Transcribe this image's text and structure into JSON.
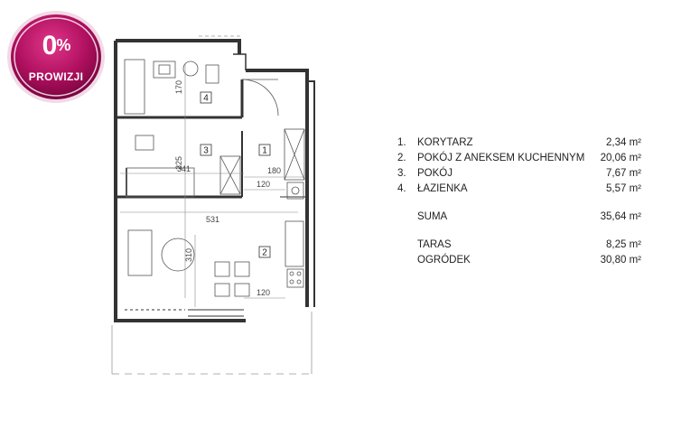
{
  "badge": {
    "percent": "0",
    "percent_sign": "%",
    "label": "PROWIZJI",
    "color": "#b0105f"
  },
  "rooms": [
    {
      "number": "1.",
      "name": "KORYTARZ",
      "area": "2,34",
      "unit": "m²"
    },
    {
      "number": "2.",
      "name": "POKÓJ Z ANEKSEM KUCHENNYM",
      "area": "20,06",
      "unit": "m²"
    },
    {
      "number": "3.",
      "name": "POKÓJ",
      "area": "7,67",
      "unit": "m²"
    },
    {
      "number": "4.",
      "name": "ŁAZIENKA",
      "area": "5,57",
      "unit": "m²"
    }
  ],
  "summary": {
    "label": "SUMA",
    "area": "35,64",
    "unit": "m²"
  },
  "extras": [
    {
      "name": "TARAS",
      "area": "8,25",
      "unit": "m²"
    },
    {
      "name": "OGRÓDEK",
      "area": "30,80",
      "unit": "m²"
    }
  ],
  "plan": {
    "room_labels": [
      "4",
      "3",
      "1",
      "2"
    ],
    "dimensions": [
      "170",
      "225",
      "341",
      "180",
      "120",
      "531",
      "310",
      "120"
    ]
  }
}
